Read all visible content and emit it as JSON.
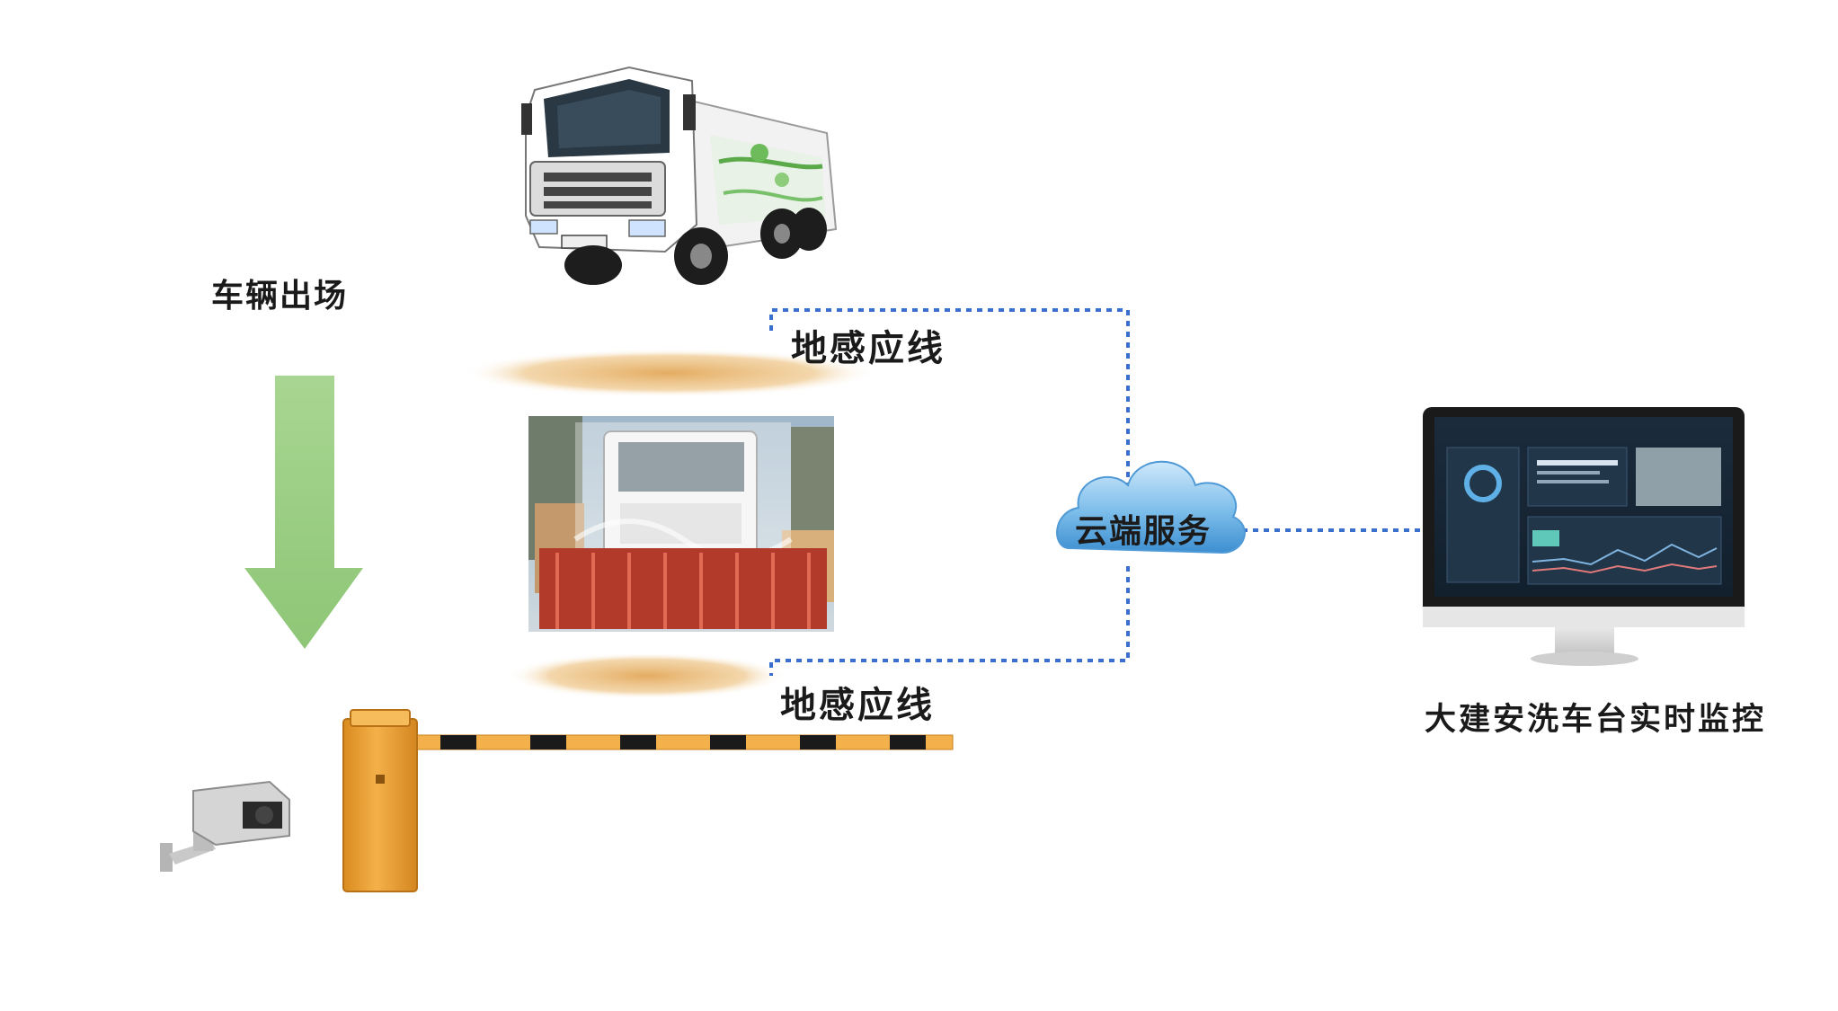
{
  "labels": {
    "vehicle_exit": "车辆出场",
    "loop_sensor_top": "地感应线",
    "loop_sensor_bottom": "地感应线",
    "cloud_service": "云端服务",
    "monitor_title": "大建安洗车台实时监控"
  },
  "colors": {
    "arrow_green": "#9ecf86",
    "connector_blue": "#3a6fd0",
    "loop_orange": "#e8b56a",
    "barrier_orange": "#f0a23a",
    "cloud_blue": "#5aa8e0"
  },
  "icons": [
    "dump-truck-image",
    "car-wash-image",
    "cloud-icon",
    "monitor-icon",
    "barrier-gate-icon",
    "security-camera-icon",
    "down-arrow-icon"
  ]
}
